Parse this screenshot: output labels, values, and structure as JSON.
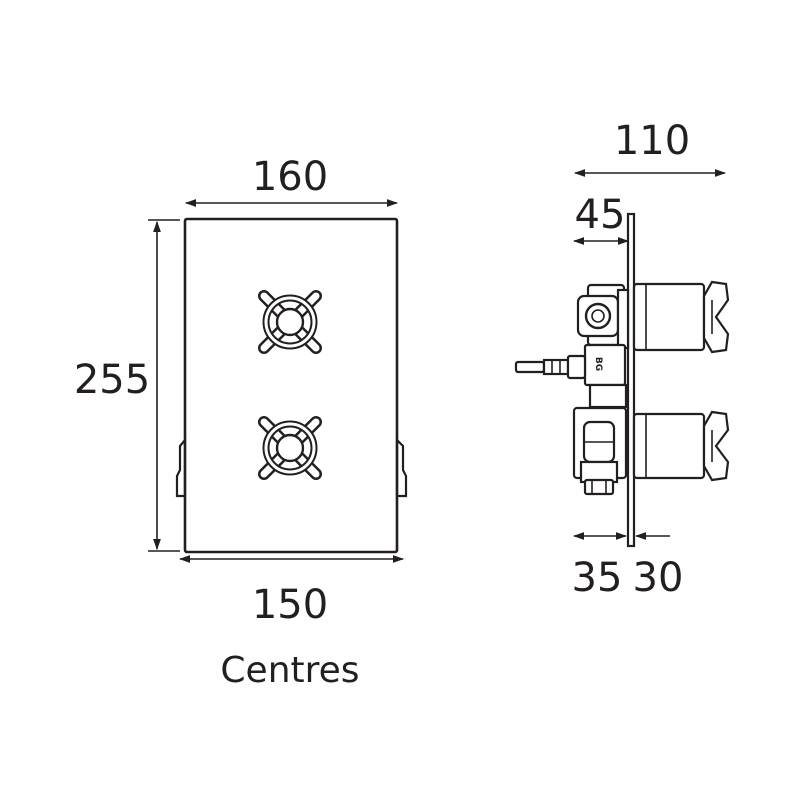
{
  "front_view": {
    "width_top": "160",
    "height": "255",
    "width_bottom": "150",
    "note": "Centres"
  },
  "side_view": {
    "depth_total": "110",
    "depth_body": "45",
    "min_depth": "35",
    "projection": "30",
    "logo": "BG"
  }
}
